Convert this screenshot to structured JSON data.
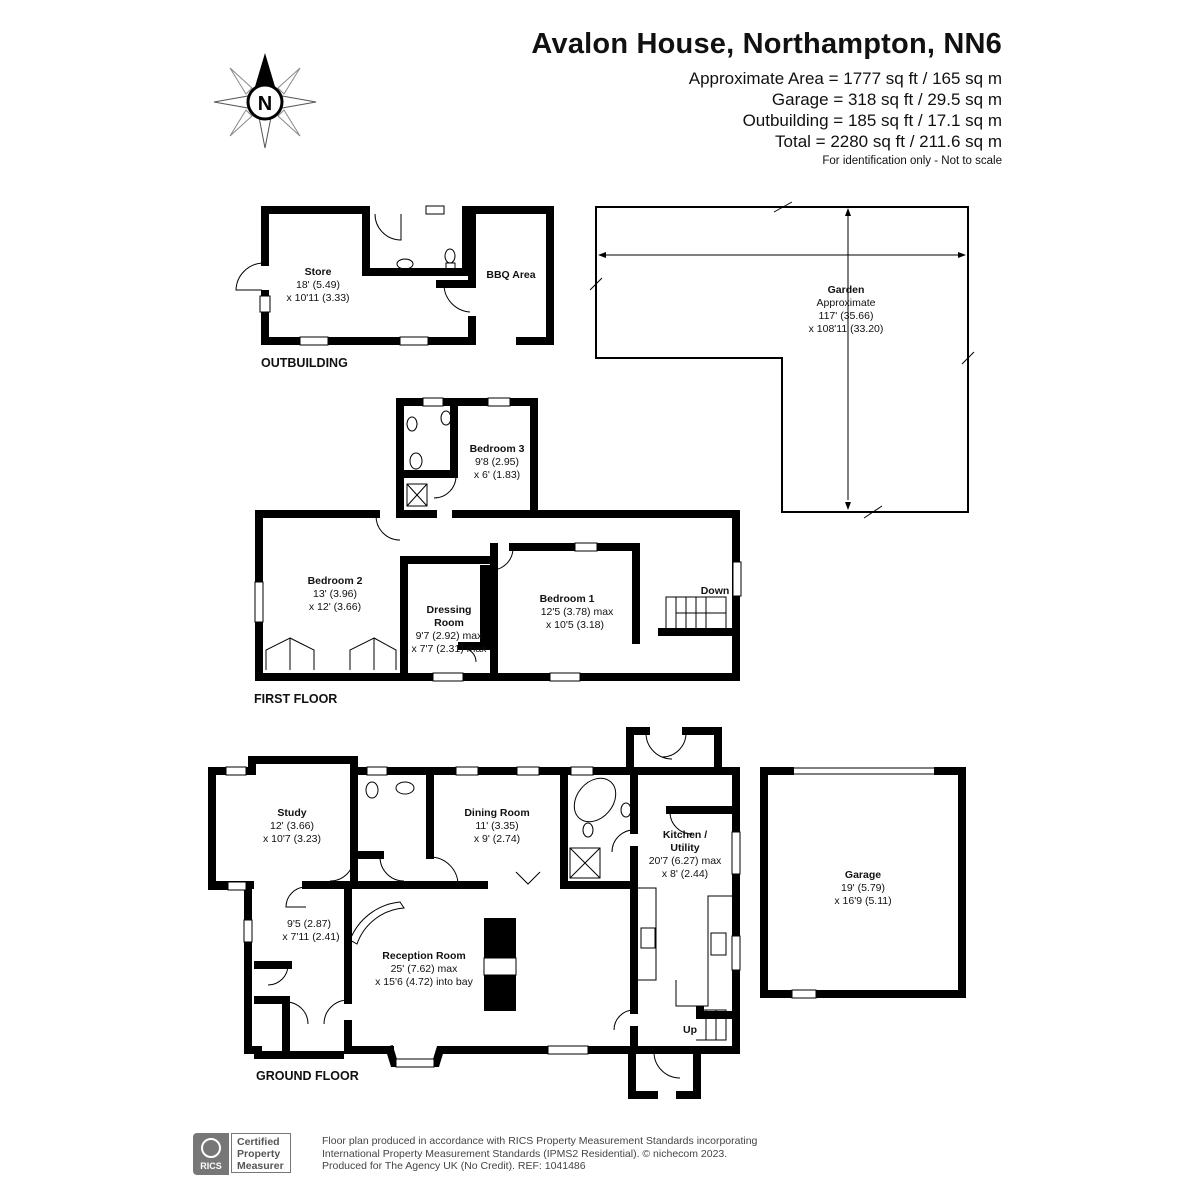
{
  "header": {
    "title": "Avalon House, Northampton, NN6",
    "approximate_area": "Approximate Area = 1777 sq ft / 165 sq m",
    "garage_area": "Garage = 318 sq ft / 29.5 sq m",
    "outbuilding_area": "Outbuilding = 185 sq ft / 17.1 sq m",
    "total_area": "Total = 2280 sq ft / 211.6 sq m",
    "note": "For identification only - Not to scale"
  },
  "compass": {
    "label": "N",
    "icon": "compass-rose-icon"
  },
  "floors": {
    "outbuilding": "OUTBUILDING",
    "first": "FIRST FLOOR",
    "ground": "GROUND FLOOR"
  },
  "rooms": {
    "store": {
      "name": "Store",
      "dim1": "18' (5.49)",
      "dim2": "x 10'11 (3.33)"
    },
    "bbq": {
      "name": "BBQ Area"
    },
    "garden": {
      "name": "Garden",
      "dim0": "Approximate",
      "dim1": "117' (35.66)",
      "dim2": "x 108'11 (33.20)"
    },
    "bedroom3": {
      "name": "Bedroom 3",
      "dim1": "9'8 (2.95)",
      "dim2": "x 6' (1.83)"
    },
    "bedroom2": {
      "name": "Bedroom 2",
      "dim1": "13' (3.96)",
      "dim2": "x 12' (3.66)"
    },
    "dressing": {
      "name1": "Dressing",
      "name2": "Room",
      "dim1": "9'7 (2.92) max",
      "dim2": "x 7'7 (2.31) max"
    },
    "bedroom1": {
      "name": "Bedroom 1",
      "dim1": "12'5 (3.78) max",
      "dim2": "x 10'5 (3.18)"
    },
    "stairs_down": "Down",
    "study": {
      "name": "Study",
      "dim1": "12' (3.66)",
      "dim2": "x 10'7 (3.23)"
    },
    "dining": {
      "name": "Dining Room",
      "dim1": "11' (3.35)",
      "dim2": "x 9' (2.74)"
    },
    "kitchen": {
      "name1": "Kitchen /",
      "name2": "Utility",
      "dim1": "20'7 (6.27) max",
      "dim2": "x 8' (2.44)"
    },
    "garage": {
      "name": "Garage",
      "dim1": "19' (5.79)",
      "dim2": "x 16'9 (5.11)"
    },
    "hall": {
      "dim1": "9'5 (2.87)",
      "dim2": "x 7'11 (2.41)"
    },
    "reception": {
      "name": "Reception Room",
      "dim1": "25' (7.62) max",
      "dim2": "x 15'6 (4.72) into bay"
    },
    "stairs_up": "Up"
  },
  "footer": {
    "line1": "Floor plan produced in accordance with RICS Property Measurement Standards incorporating",
    "line2": "International Property Measurement Standards (IPMS2 Residential).  © nichecom 2023.",
    "line3": "Produced for The Agency UK (No Credit).   REF: 1041486"
  },
  "rics": {
    "badge": "RICS",
    "line1": "Certified",
    "line2": "Property",
    "line3": "Measurer"
  }
}
